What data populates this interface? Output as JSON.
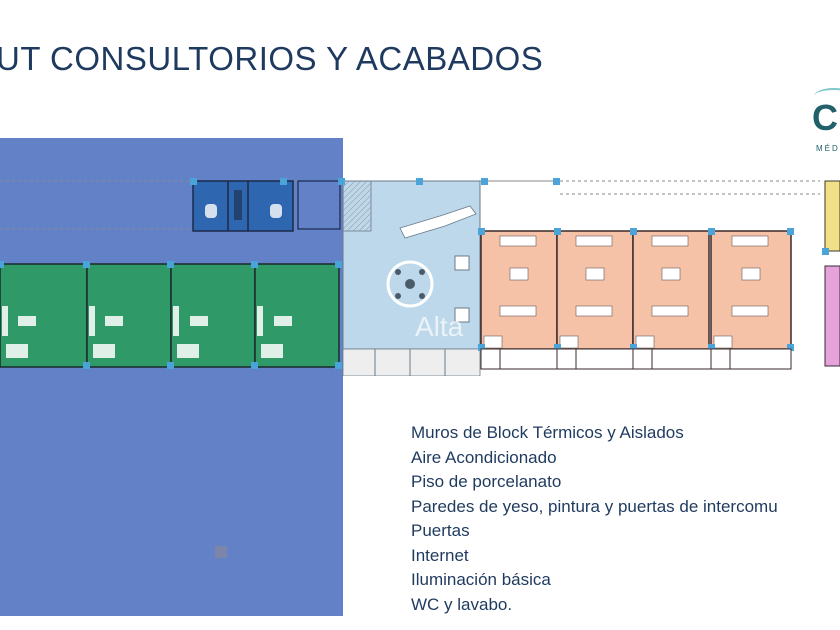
{
  "page": {
    "title": "UT CONSULTORIOS Y ACABADOS"
  },
  "logo": {
    "letter": "C",
    "subtitle": "MÉD",
    "color": "#22606a"
  },
  "watermark": {
    "text": "Alta"
  },
  "colors": {
    "panel_blue": "#6281c7",
    "room_green": "#2f9a68",
    "room_salmon": "#f5c1a7",
    "lobby_blue": "#bcd8ea",
    "wc_blue": "#2f66b0",
    "title_color": "#1f3a5f"
  },
  "features": [
    "Muros de Block Térmicos y Aislados",
    "Aire Acondicionado",
    "Piso de porcelanato",
    "Paredes de yeso, pintura y puertas de intercomu",
    "Puertas",
    "Internet",
    "Iluminación básica",
    "WC y lavabo."
  ]
}
